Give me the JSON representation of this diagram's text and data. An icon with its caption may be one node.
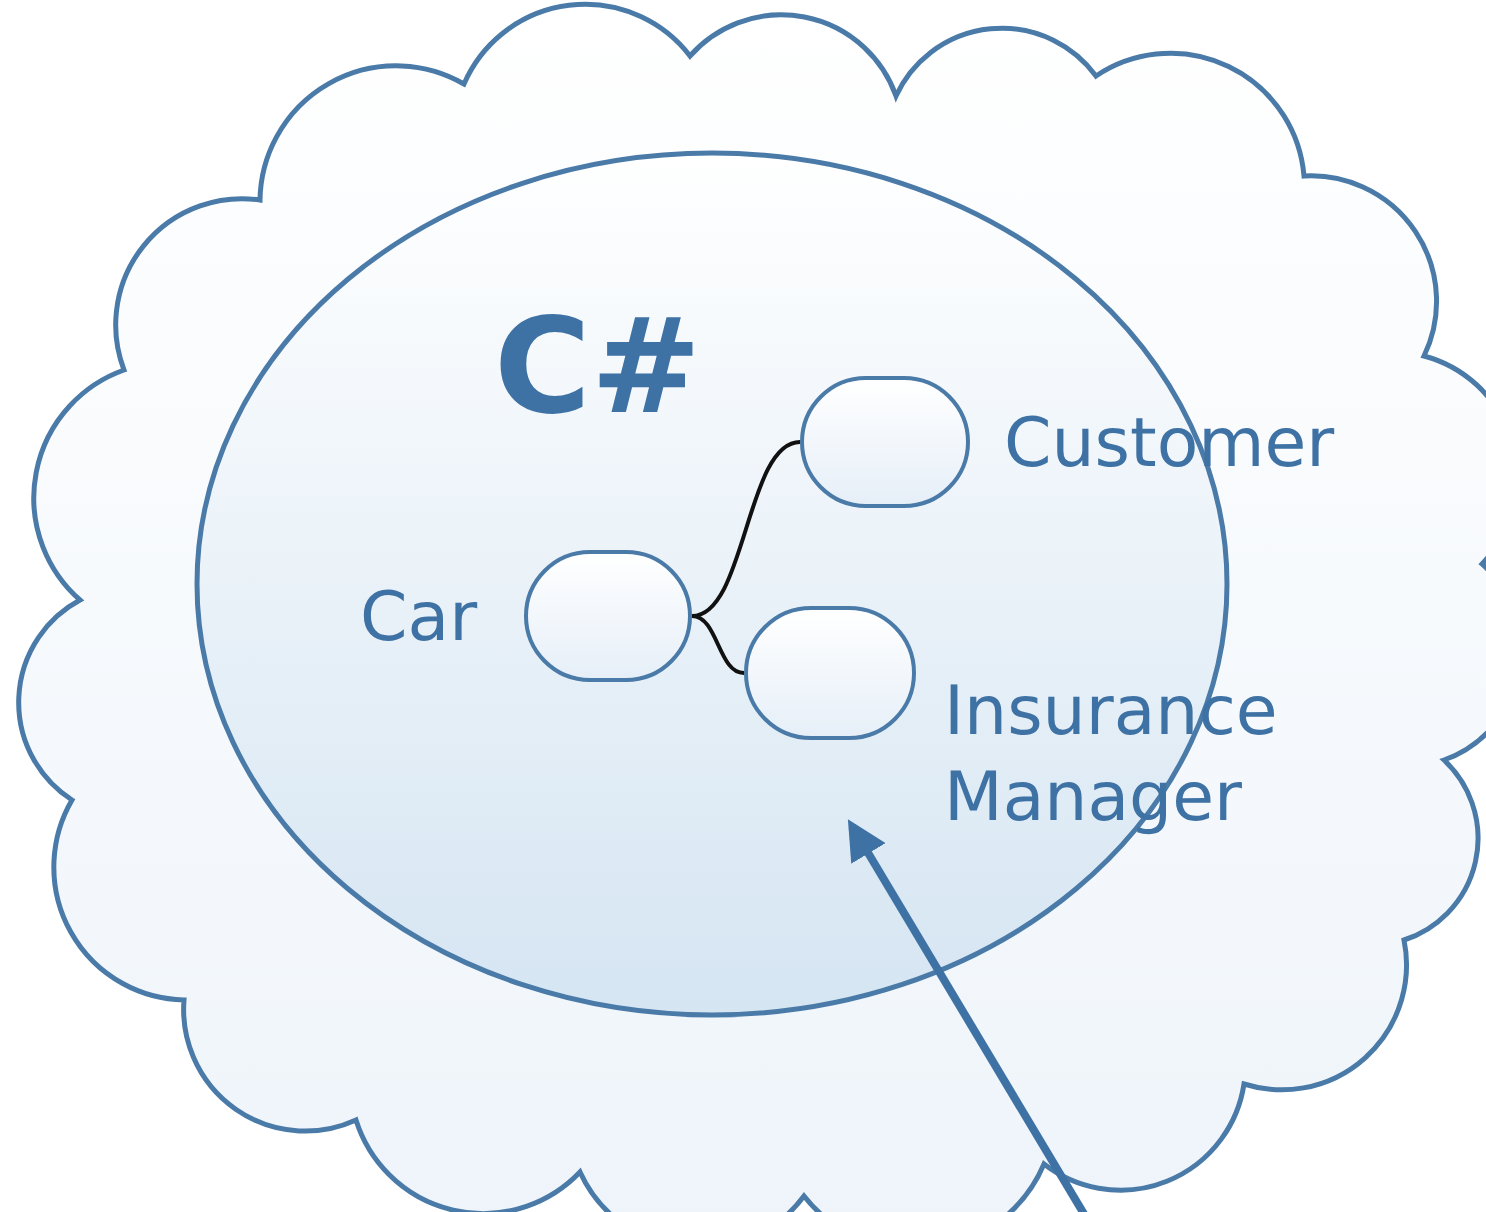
{
  "diagram": {
    "nodes": [
      {
        "text": [],
        "shape": "cloud"
      },
      {
        "text": [
          "C#"
        ],
        "in": 0
      },
      {
        "text": [
          "Car"
        ],
        "in": 1
      },
      {
        "text": [
          "Customer"
        ],
        "in": 1
      },
      {
        "text": [
          "Insurance Manager"
        ],
        "in": 1
      }
    ],
    "edges": [
      {
        "from": 2,
        "to": 3,
        "arrow": "none"
      },
      {
        "from": 2,
        "to": 4,
        "arrow": "none"
      },
      {
        "from": null,
        "to": 1,
        "arrow": "to",
        "style": "thick",
        "color": "#3f72a4"
      }
    ]
  }
}
